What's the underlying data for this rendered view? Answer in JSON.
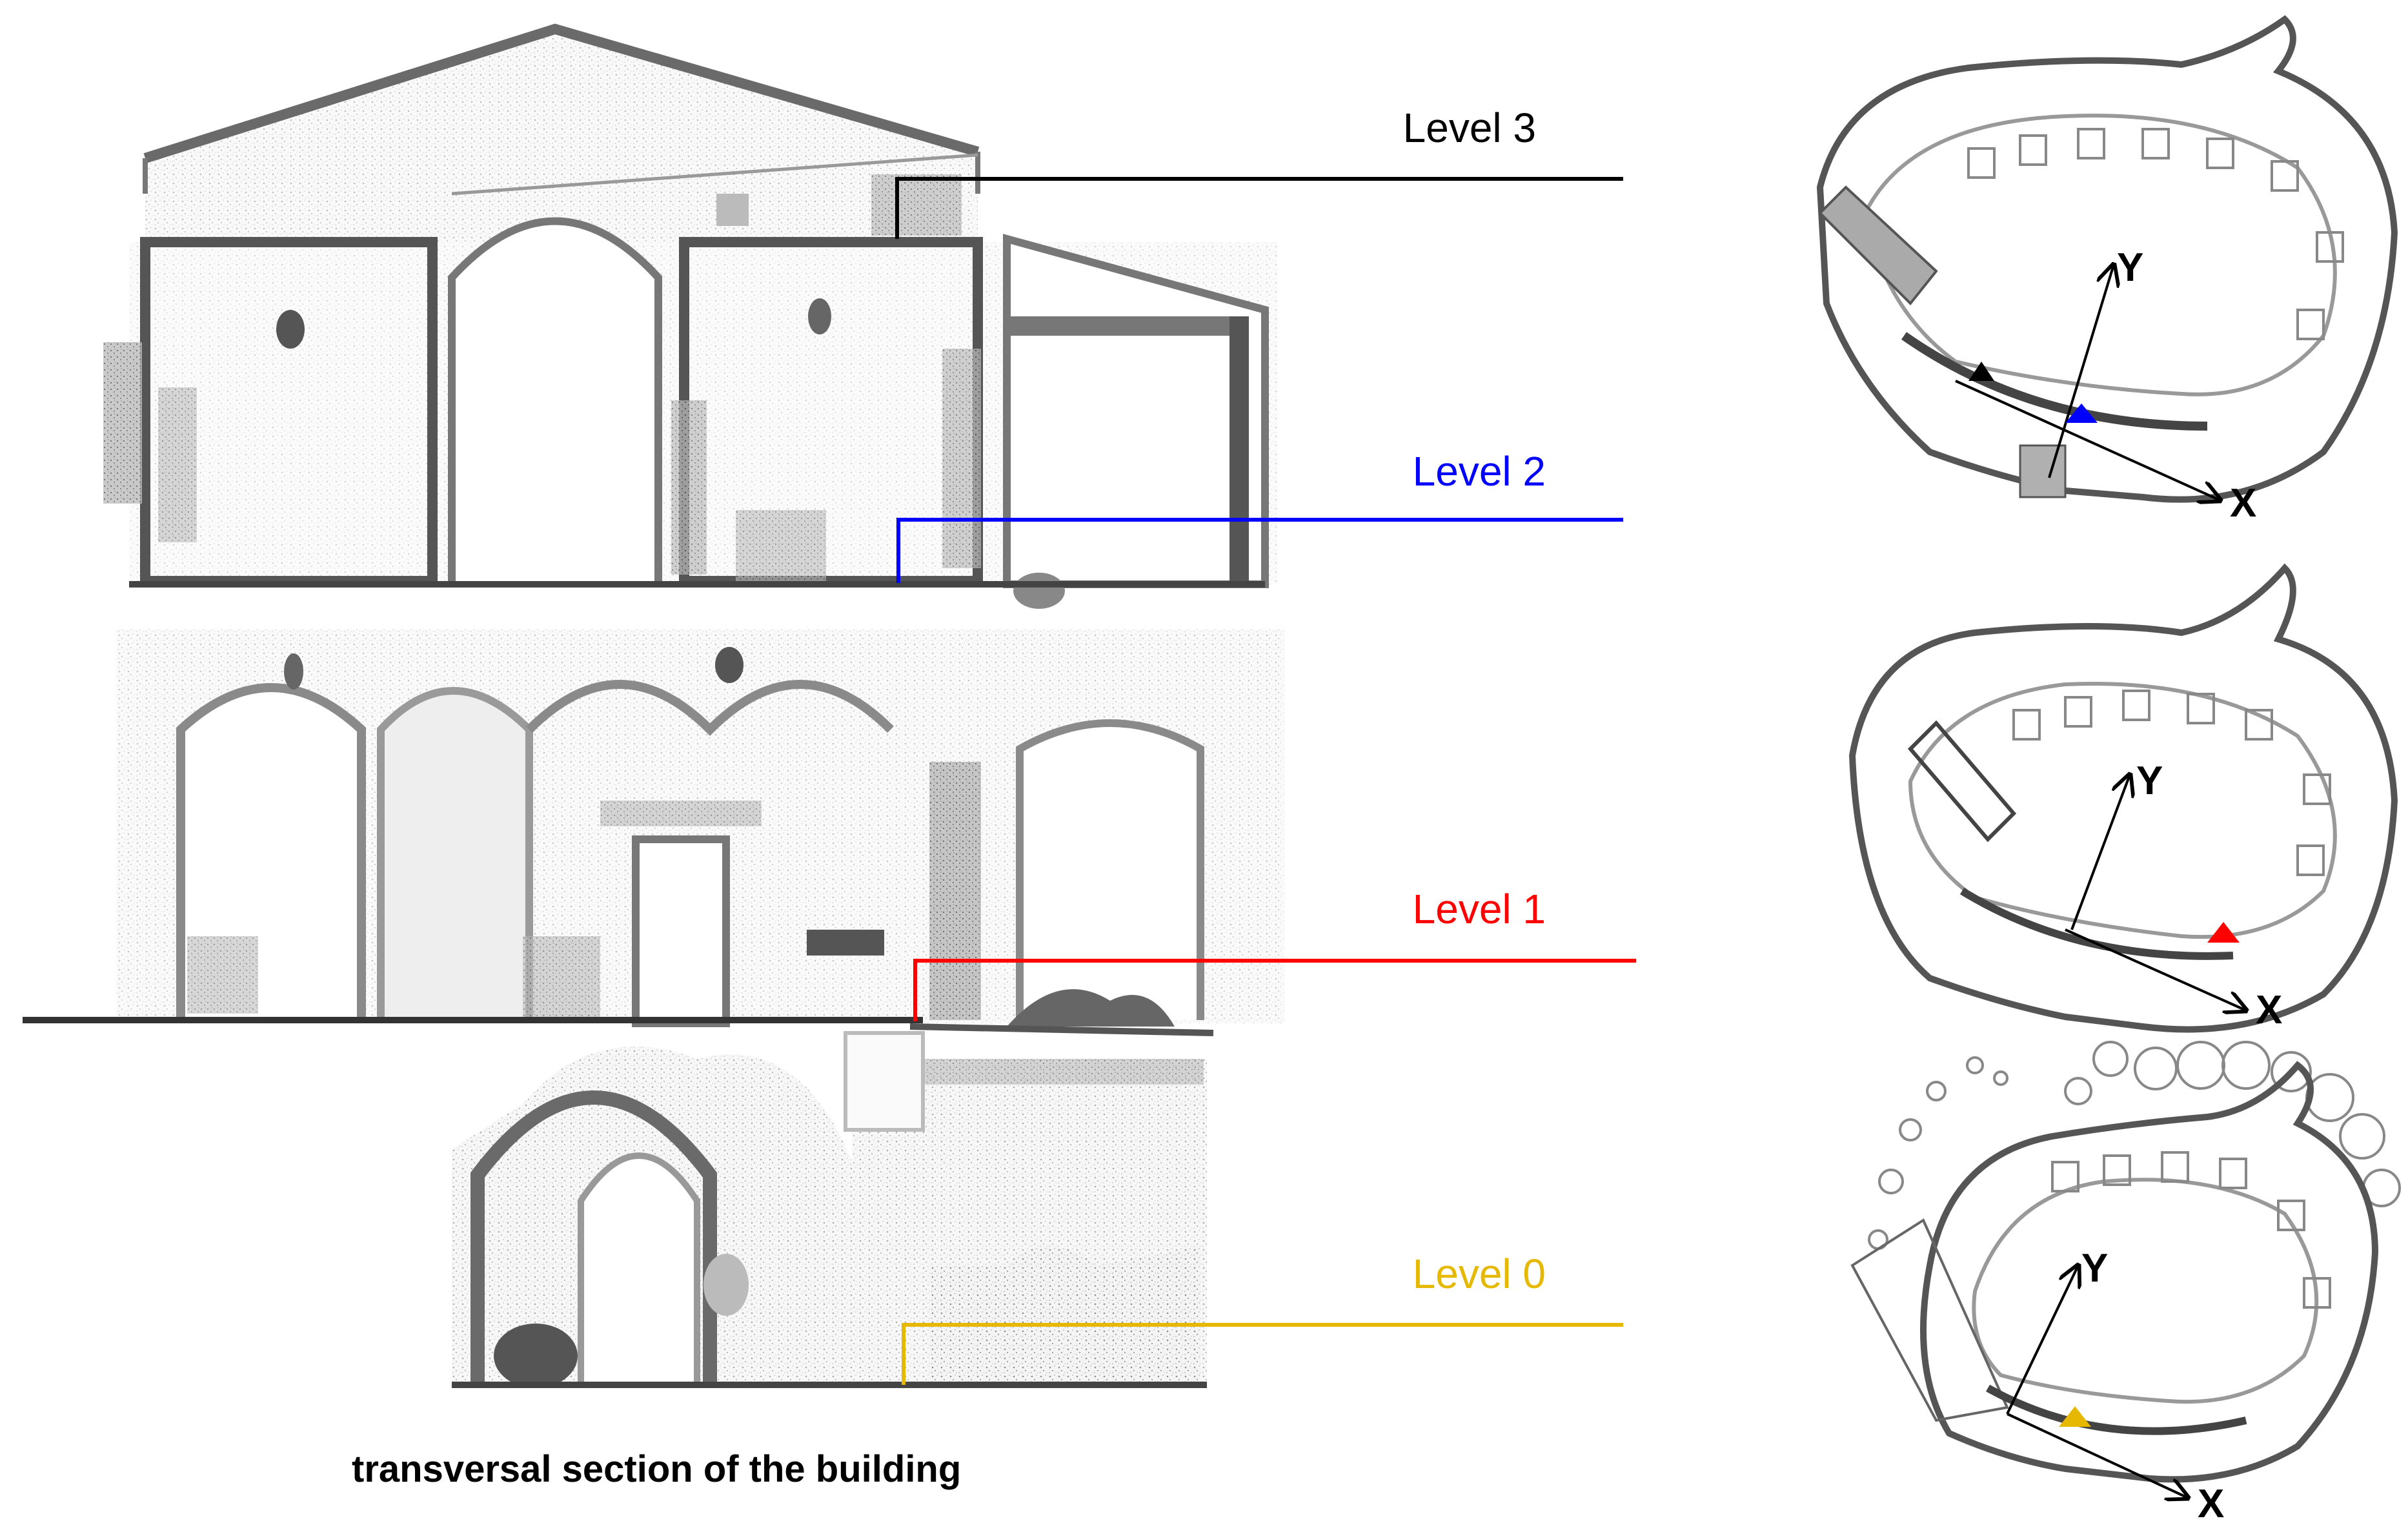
{
  "caption": "transversal section of the building",
  "levels": [
    {
      "label": "Level 3",
      "color": "#000000"
    },
    {
      "label": "Level 2",
      "color": "#0000ff"
    },
    {
      "label": "Level 1",
      "color": "#ff0000"
    },
    {
      "label": "Level 0",
      "color": "#e6b800"
    }
  ],
  "plans": [
    {
      "marker_color": "#000000",
      "marker2_color": "#0000ff",
      "x_label": "X",
      "y_label": "Y"
    },
    {
      "marker_color": "#ff0000",
      "x_label": "X",
      "y_label": "Y"
    },
    {
      "marker_color": "#e6b800",
      "x_label": "X",
      "y_label": "Y"
    }
  ]
}
